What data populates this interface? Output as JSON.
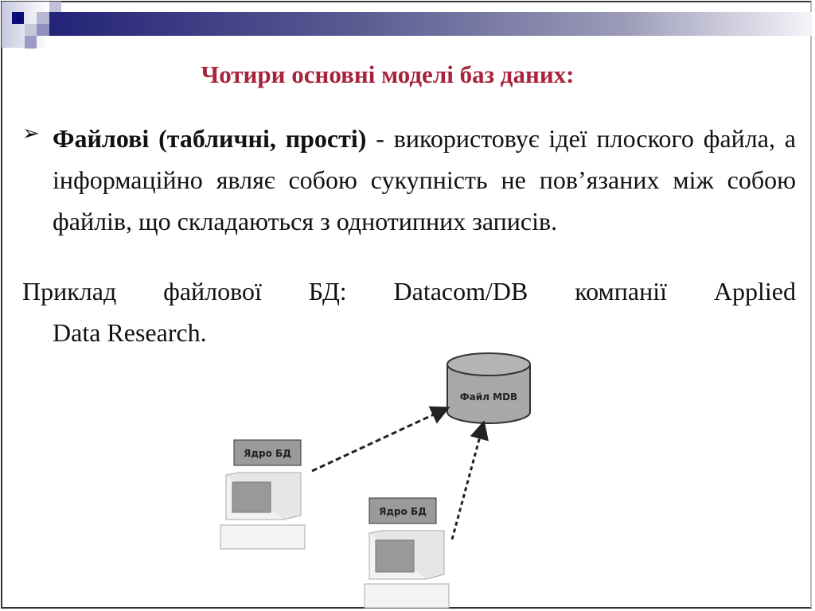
{
  "title": "Чотири основні моделі баз даних:",
  "bullet": {
    "bold": "Файлові (табличні, прості)",
    "rest": " - використовує ідеї плоского файла, а інформаційно являє собою сукупність не пов’язаних між собою файлів, що складаються з однотипних записів."
  },
  "example": {
    "line1": "Приклад файлової БД: Datacom/DB компанії Applied",
    "line2": "Data Research."
  },
  "diagram": {
    "database_label": "Файл MDB",
    "client1_label": "Ядро БД",
    "client2_label": "Ядро БД"
  }
}
